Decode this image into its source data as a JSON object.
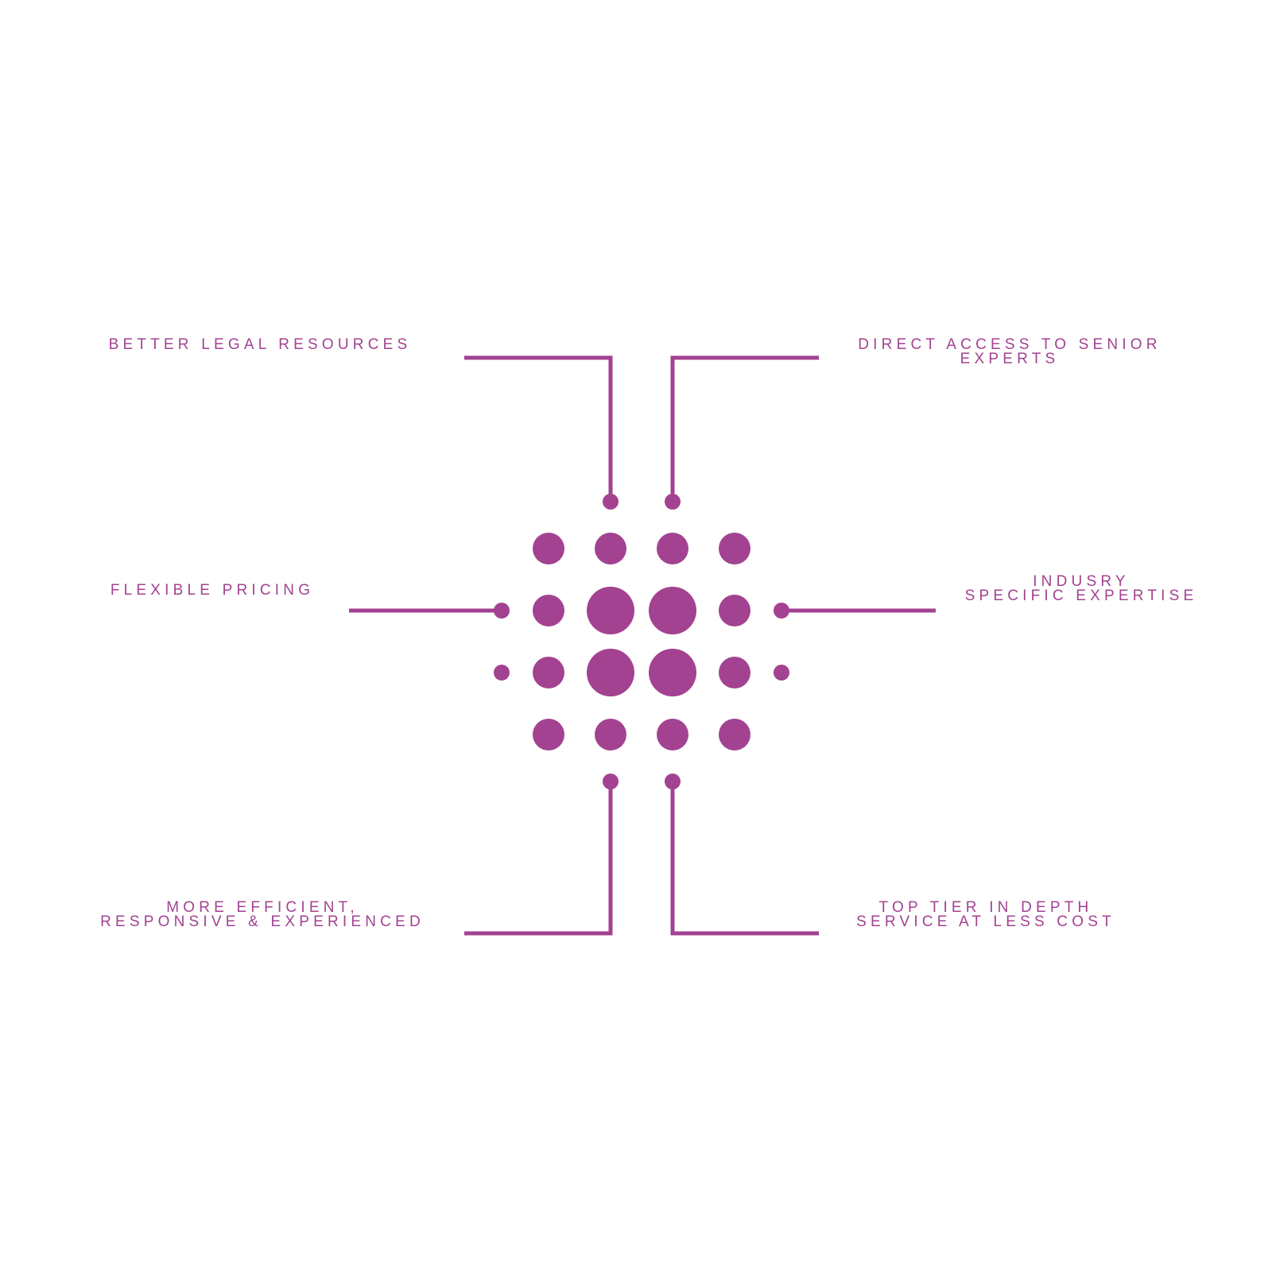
{
  "accent_color": "#A34291",
  "background_color": "#FFFFFF",
  "labels": {
    "better_legal": {
      "lines": [
        "BETTER LEGAL RESOURCES"
      ]
    },
    "direct_access": {
      "lines": [
        "DIRECT ACCESS TO SENIOR",
        "EXPERTS"
      ]
    },
    "flexible_pricing": {
      "lines": [
        "FLEXIBLE PRICING"
      ]
    },
    "industry": {
      "lines": [
        "INDUSRY",
        "SPECIFIC EXPERTISE"
      ]
    },
    "more_efficient": {
      "lines": [
        "MORE EFFICIENT,",
        "RESPONSIVE & EXPERIENCED"
      ]
    },
    "top_tier": {
      "lines": [
        "TOP TIER IN DEPTH",
        "SERVICE AT LESS COST"
      ]
    }
  },
  "icon": {
    "name": "dot-matrix-logo-icon"
  }
}
